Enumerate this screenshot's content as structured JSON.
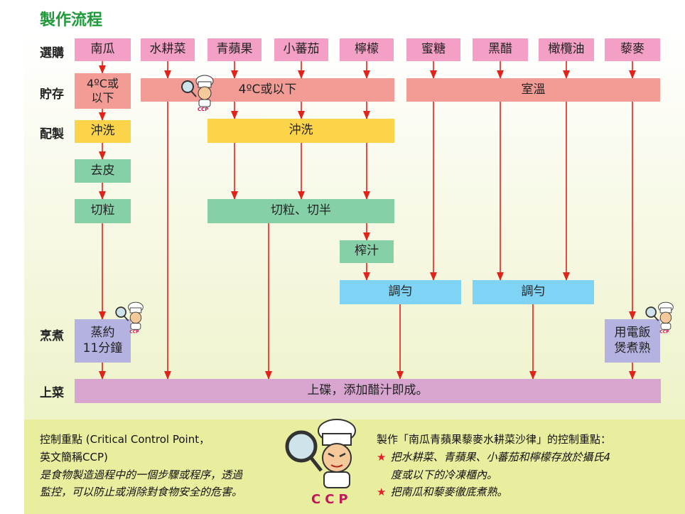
{
  "title": "製作流程",
  "stages": {
    "select": "選購",
    "store": "貯存",
    "prep": "配製",
    "cook": "烹煮",
    "serve": "上菜"
  },
  "ingredients": [
    "南瓜",
    "水耕菜",
    "青蘋果",
    "小蕃茄",
    "檸檬",
    "蜜糖",
    "黑醋",
    "橄欖油",
    "藜麥"
  ],
  "steps": {
    "store_pumpkin": "4ºC或\n以下",
    "store_group": "4ºC或以下",
    "store_room": "室溫",
    "wash_pumpkin": "沖洗",
    "wash_group": "沖洗",
    "peel": "去皮",
    "dice_pumpkin": "切粒",
    "dice_group": "切粒、切半",
    "juice": "榨汁",
    "mix1": "調勻",
    "mix2": "調勻",
    "steam": "蒸約\n11分鐘",
    "ricecooker": "用電飯\n煲煮熟",
    "plate": "上碟，添加醋汁即成。"
  },
  "ccp_label": "CCP",
  "legend": {
    "def_line1": "控制重點 (Critical Control Point，",
    "def_line2": "英文簡稱CCP)",
    "def_line3": "是食物製造過程中的一個步驟或程序，透過",
    "def_line4": "監控，可以防止或消除對食物安全的危害。",
    "right_title": "製作「南瓜青蘋果藜麥水耕菜沙律」的控制重點：",
    "point1_line1": "把水耕菜、青蘋果、小蕃茄和檸檬存放於攝氏4",
    "point1_line2": "度或以下的冷凍櫃內。",
    "point2": "把南瓜和藜麥徹底煮熟。"
  },
  "colors": {
    "arrow": "#e2231a",
    "title": "#1f9a3a",
    "legend_bg": "#e9ee9e"
  }
}
